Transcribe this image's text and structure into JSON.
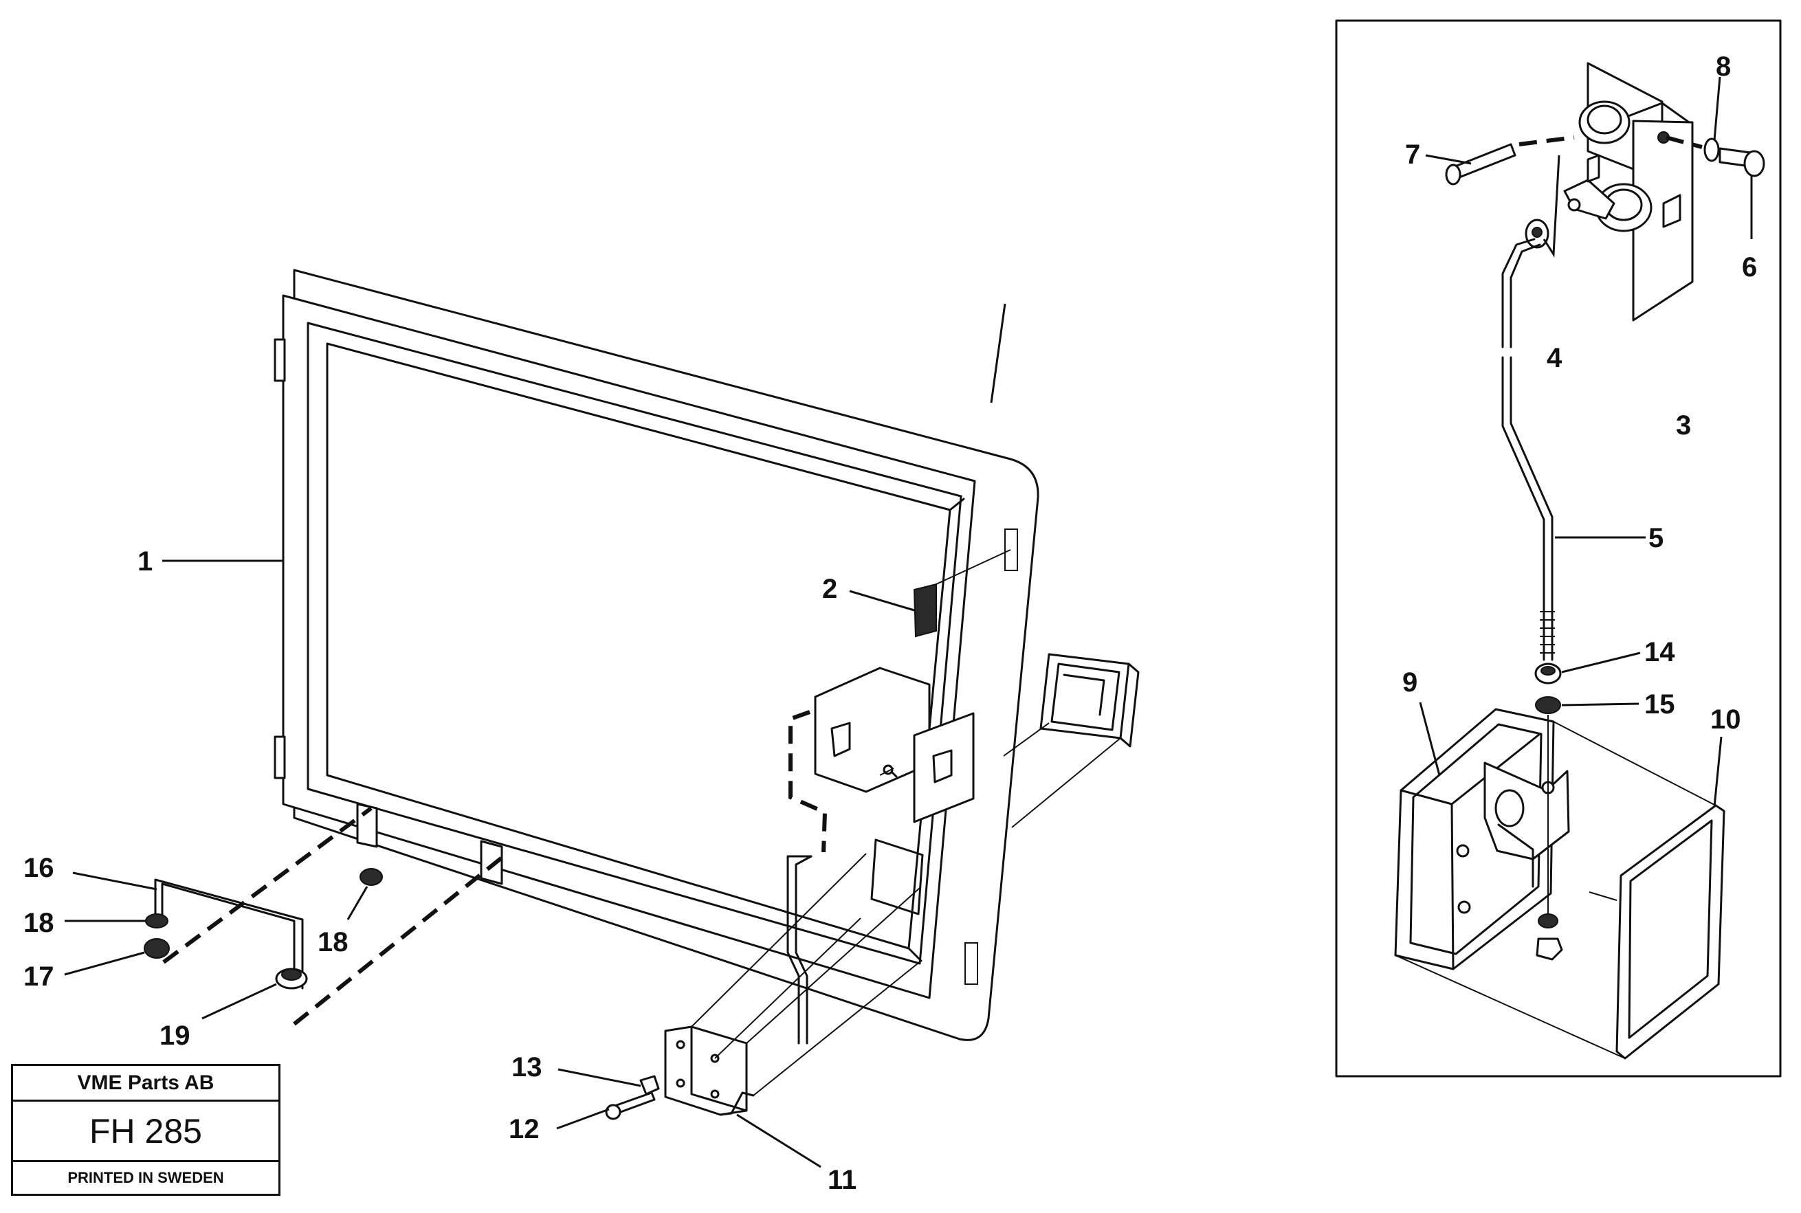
{
  "title_block": {
    "company": "VME Parts AB",
    "code": "FH 285",
    "printed": "PRINTED IN SWEDEN"
  },
  "callouts": {
    "c1": "1",
    "c2": "2",
    "c3": "3",
    "c4": "4",
    "c5": "5",
    "c6": "6",
    "c7": "7",
    "c8": "8",
    "c9": "9",
    "c10": "10",
    "c11": "11",
    "c12": "12",
    "c13": "13",
    "c14": "14",
    "c15": "15",
    "c16": "16",
    "c17": "17",
    "c18a": "18",
    "c18b": "18",
    "c19": "19"
  }
}
